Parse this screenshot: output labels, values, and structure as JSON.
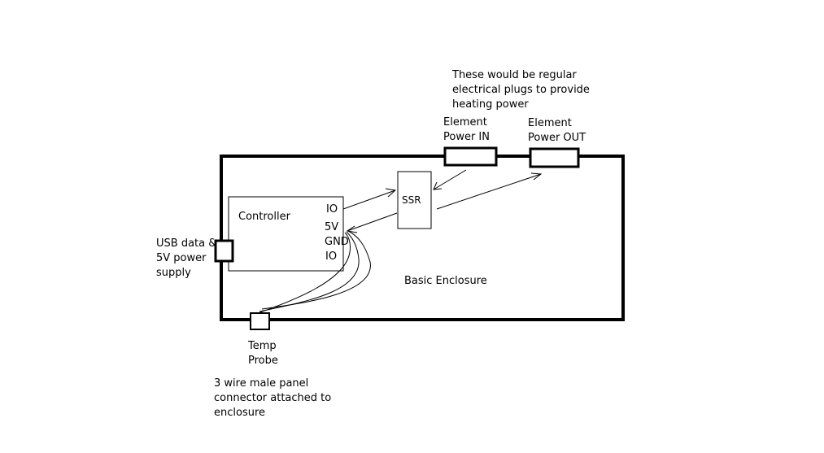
{
  "annotations": {
    "plugs_note": [
      "These would be regular",
      "electrical plugs to provide",
      "heating power"
    ],
    "element_power_in": [
      "Element",
      "Power IN"
    ],
    "element_power_out": [
      "Element",
      "Power OUT"
    ],
    "usb": [
      "USB data &",
      "5V power",
      "supply"
    ],
    "temp_probe": [
      "Temp",
      "Probe"
    ],
    "panel_connector": [
      "3 wire male panel",
      "connector attached to",
      "enclosure"
    ],
    "enclosure": "Basic Enclosure"
  },
  "controller": {
    "label": "Controller",
    "pins": [
      "IO",
      "5V",
      "GND",
      "IO"
    ]
  },
  "ssr": {
    "label": "SSR"
  }
}
